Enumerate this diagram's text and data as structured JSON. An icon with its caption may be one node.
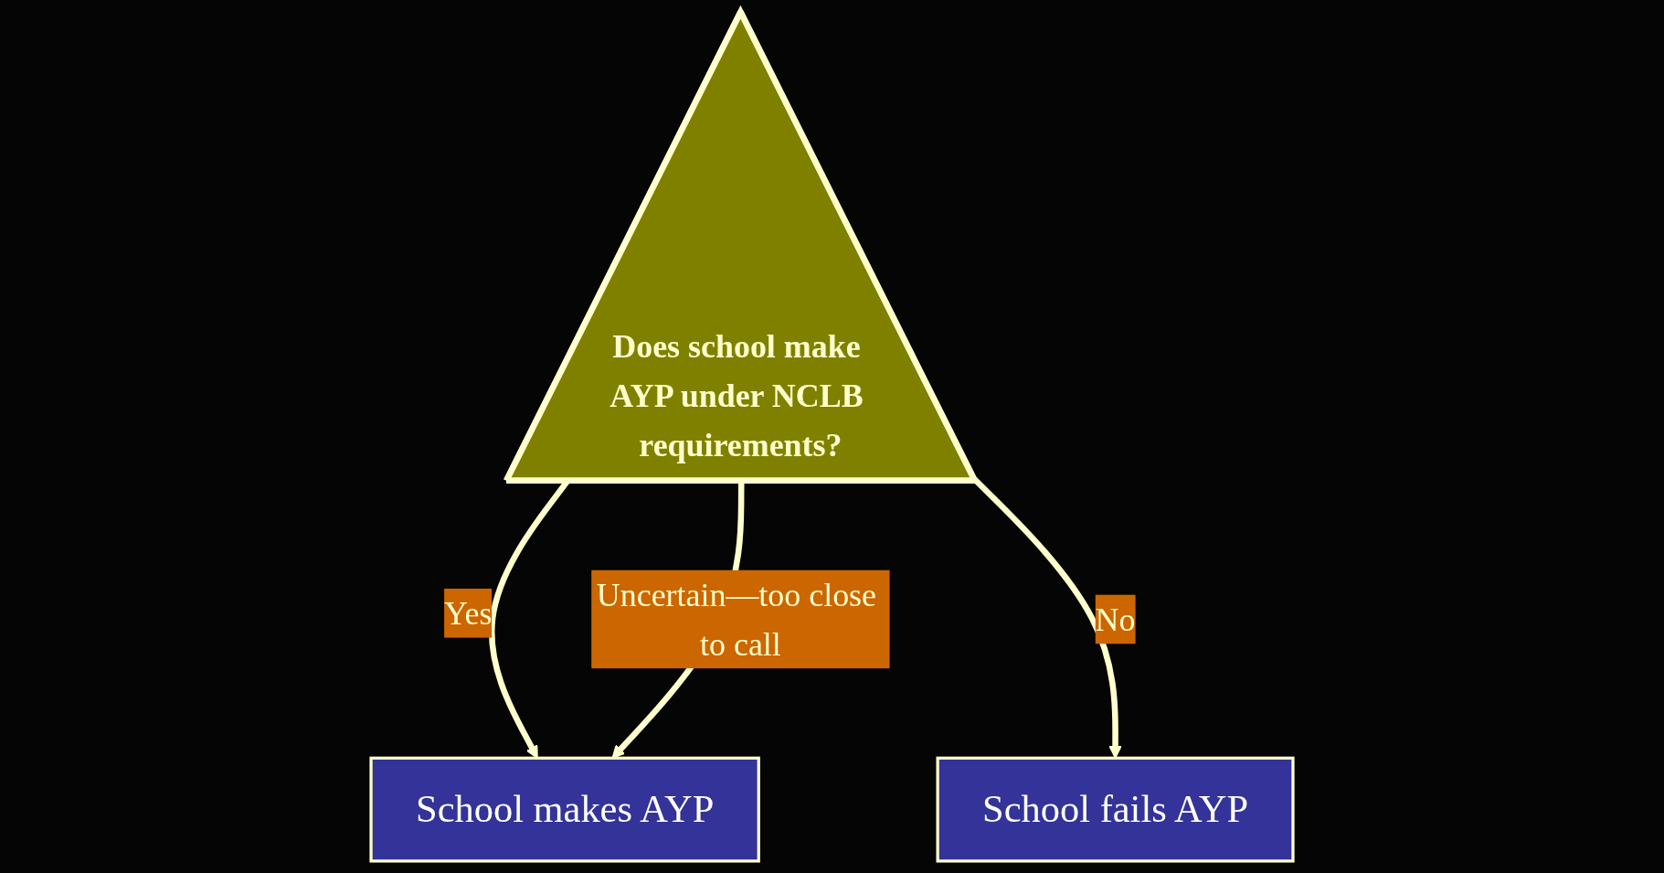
{
  "diagram": {
    "nodes": [
      {
        "text": [
          "Does school make AYP under NCLB requirements?"
        ]
      },
      {
        "text": [
          "School makes AYP"
        ]
      },
      {
        "text": [
          "School fails AYP"
        ]
      }
    ],
    "edges": [
      {
        "from": 0,
        "to": 1,
        "arrow": "to",
        "label": "Yes"
      },
      {
        "from": 0,
        "to": 1,
        "arrow": "to",
        "label": "Uncertain—too close to call"
      },
      {
        "from": 0,
        "to": 2,
        "arrow": "to",
        "label": "No"
      }
    ]
  }
}
